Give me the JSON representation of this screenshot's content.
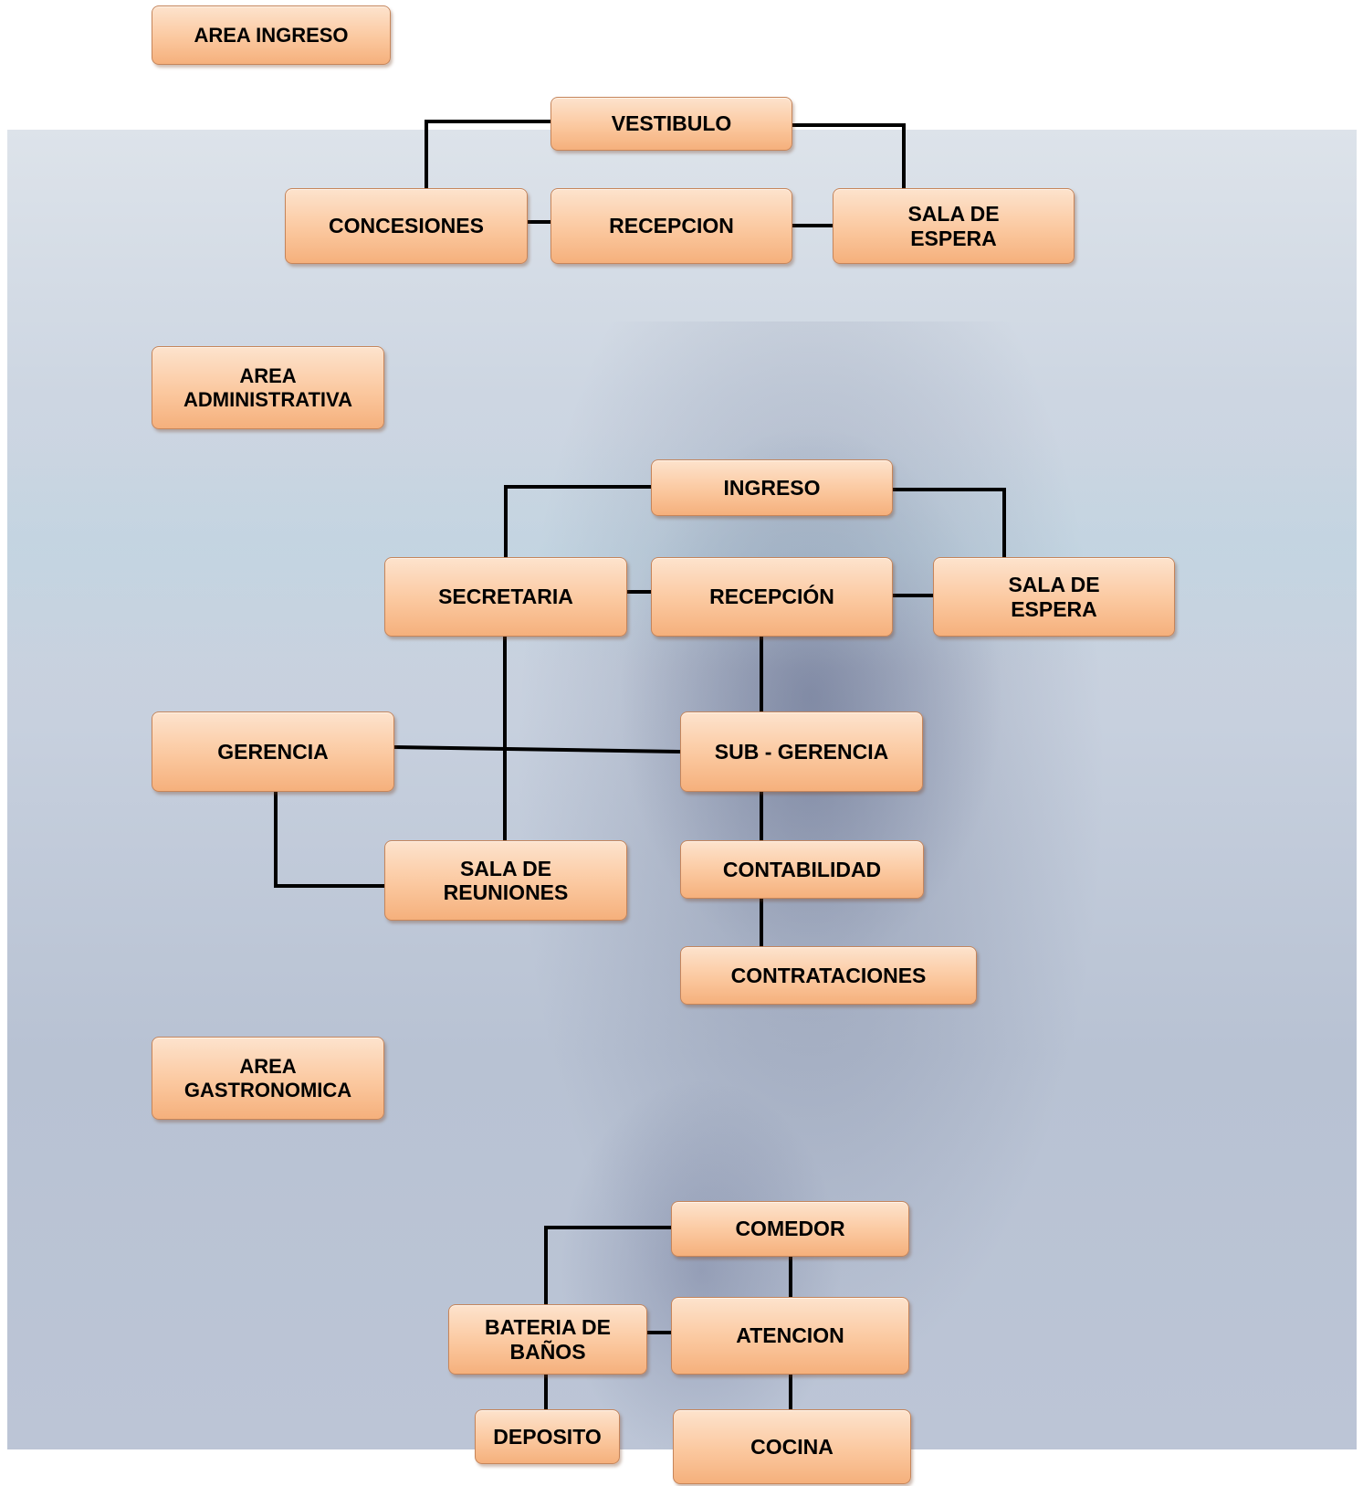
{
  "areas": {
    "ingreso": "AREA  INGRESO",
    "administrativa": "AREA\nADMINISTRATIVA",
    "gastronomica": "AREA\nGASTRONOMICA"
  },
  "ingreso": {
    "vestibulo": "VESTIBULO",
    "concesiones": "CONCESIONES",
    "recepcion": "RECEPCION",
    "sala_espera": "SALA DE\nESPERA"
  },
  "administrativa": {
    "ingreso": "INGRESO",
    "secretaria": "SECRETARIA",
    "recepcion": "RECEPCIÓN",
    "sala_espera": "SALA DE\nESPERA",
    "gerencia": "GERENCIA",
    "sub_gerencia": "SUB - GERENCIA",
    "sala_reuniones": "SALA DE\nREUNIONES",
    "contabilidad": "CONTABILIDAD",
    "contrataciones": "CONTRATACIONES"
  },
  "gastronomica": {
    "comedor": "COMEDOR",
    "bateria_banos": "BATERIA DE\nBAÑOS",
    "atencion": "ATENCION",
    "deposito": "DEPOSITO",
    "cocina": "COCINA"
  },
  "colors": {
    "box_fill": "#fbc89f",
    "box_border": "#c6855a",
    "connector": "#000000"
  }
}
